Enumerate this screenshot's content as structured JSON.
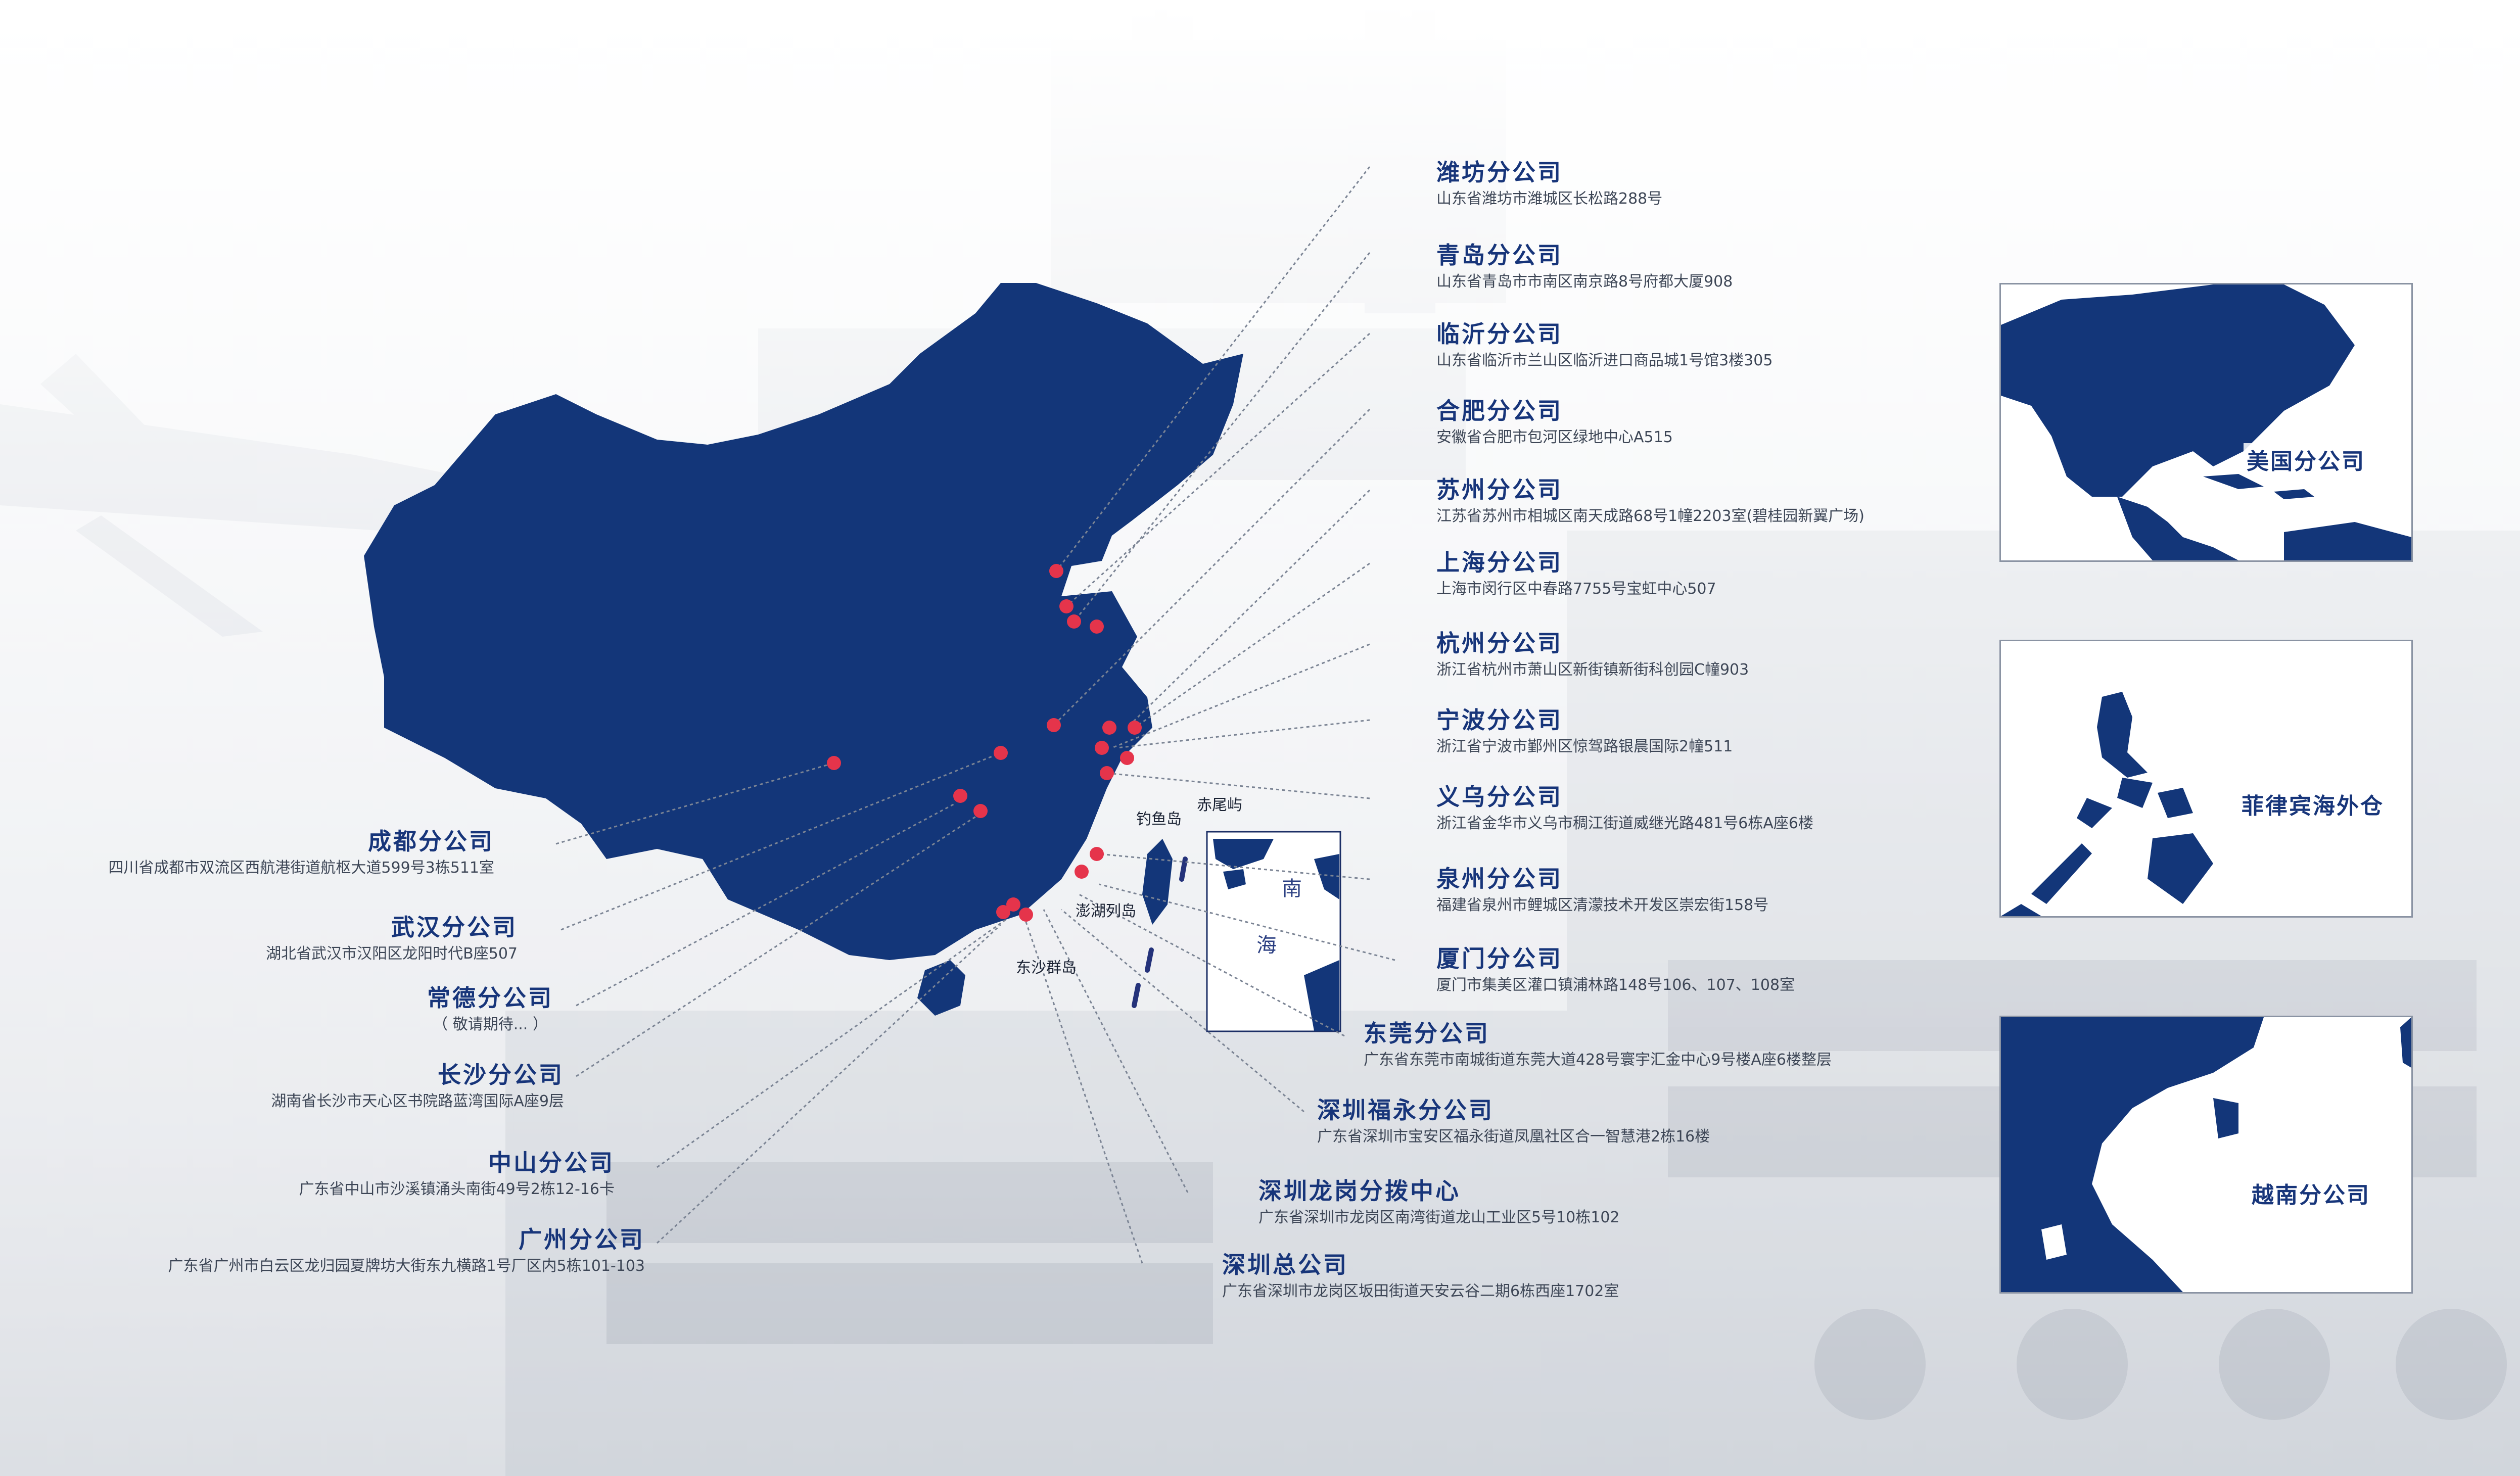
{
  "colors": {
    "land": "#133679",
    "marker": "#e5344b",
    "label": "#17357a",
    "address": "#3d4656",
    "leader_line": "#7b8494"
  },
  "geo_labels": {
    "diaoyu": "钓鱼岛",
    "chiwei": "赤尾屿",
    "penghu": "澎湖列岛",
    "dongsha": "东沙群岛",
    "nan": "南",
    "hai": "海"
  },
  "branches": {
    "weifang": {
      "name": "潍坊分公司",
      "address": "山东省潍坊市潍城区长松路288号"
    },
    "qingdao": {
      "name": "青岛分公司",
      "address": "山东省青岛市市南区南京路8号府都大厦908"
    },
    "linyi": {
      "name": "临沂分公司",
      "address": "山东省临沂市兰山区临沂进口商品城1号馆3楼305"
    },
    "hefei": {
      "name": "合肥分公司",
      "address": "安徽省合肥市包河区绿地中心A515"
    },
    "suzhou": {
      "name": "苏州分公司",
      "address": "江苏省苏州市相城区南天成路68号1幢2203室(碧桂园新翼广场)"
    },
    "shanghai": {
      "name": "上海分公司",
      "address": "上海市闵行区中春路7755号宝虹中心507"
    },
    "hangzhou": {
      "name": "杭州分公司",
      "address": "浙江省杭州市萧山区新街镇新街科创园C幢903"
    },
    "ningbo": {
      "name": "宁波分公司",
      "address": "浙江省宁波市鄞州区惊驾路银晨国际2幢511"
    },
    "yiwu": {
      "name": "义乌分公司",
      "address": "浙江省金华市义乌市稠江街道威继光路481号6栋A座6楼"
    },
    "quanzhou": {
      "name": "泉州分公司",
      "address": "福建省泉州市鲤城区清濛技术开发区崇宏街158号"
    },
    "xiamen": {
      "name": "厦门分公司",
      "address": "厦门市集美区灌口镇浦林路148号106、107、108室"
    },
    "dongguan": {
      "name": "东莞分公司",
      "address": "广东省东莞市南城街道东莞大道428号寰宇汇金中心9号楼A座6楼整层"
    },
    "shenzhen_fuyong": {
      "name": "深圳福永分公司",
      "address": "广东省深圳市宝安区福永街道凤凰社区合一智慧港2栋16楼"
    },
    "shenzhen_longgang": {
      "name": "深圳龙岗分拨中心",
      "address": "广东省深圳市龙岗区南湾街道龙山工业区5号10栋102"
    },
    "shenzhen_hq": {
      "name": "深圳总公司",
      "address": "广东省深圳市龙岗区坂田街道天安云谷二期6栋西座1702室"
    },
    "chengdu": {
      "name": "成都分公司",
      "address": "四川省成都市双流区西航港街道航枢大道599号3栋511室"
    },
    "wuhan": {
      "name": "武汉分公司",
      "address": "湖北省武汉市汉阳区龙阳时代B座507"
    },
    "changde": {
      "name": "常德分公司",
      "address": "（ 敬请期待... ）"
    },
    "changsha": {
      "name": "长沙分公司",
      "address": "湖南省长沙市天心区书院路蓝湾国际A座9层"
    },
    "zhongshan": {
      "name": "中山分公司",
      "address": "广东省中山市沙溪镇涌头南街49号2栋12-16卡"
    },
    "guangzhou": {
      "name": "广州分公司",
      "address": "广东省广州市白云区龙归园夏牌坊大街东九横路1号厂区内5栋101-103"
    }
  },
  "overseas": {
    "usa": "美国分公司",
    "philippines": "菲律宾海外仓",
    "vietnam": "越南分公司"
  }
}
